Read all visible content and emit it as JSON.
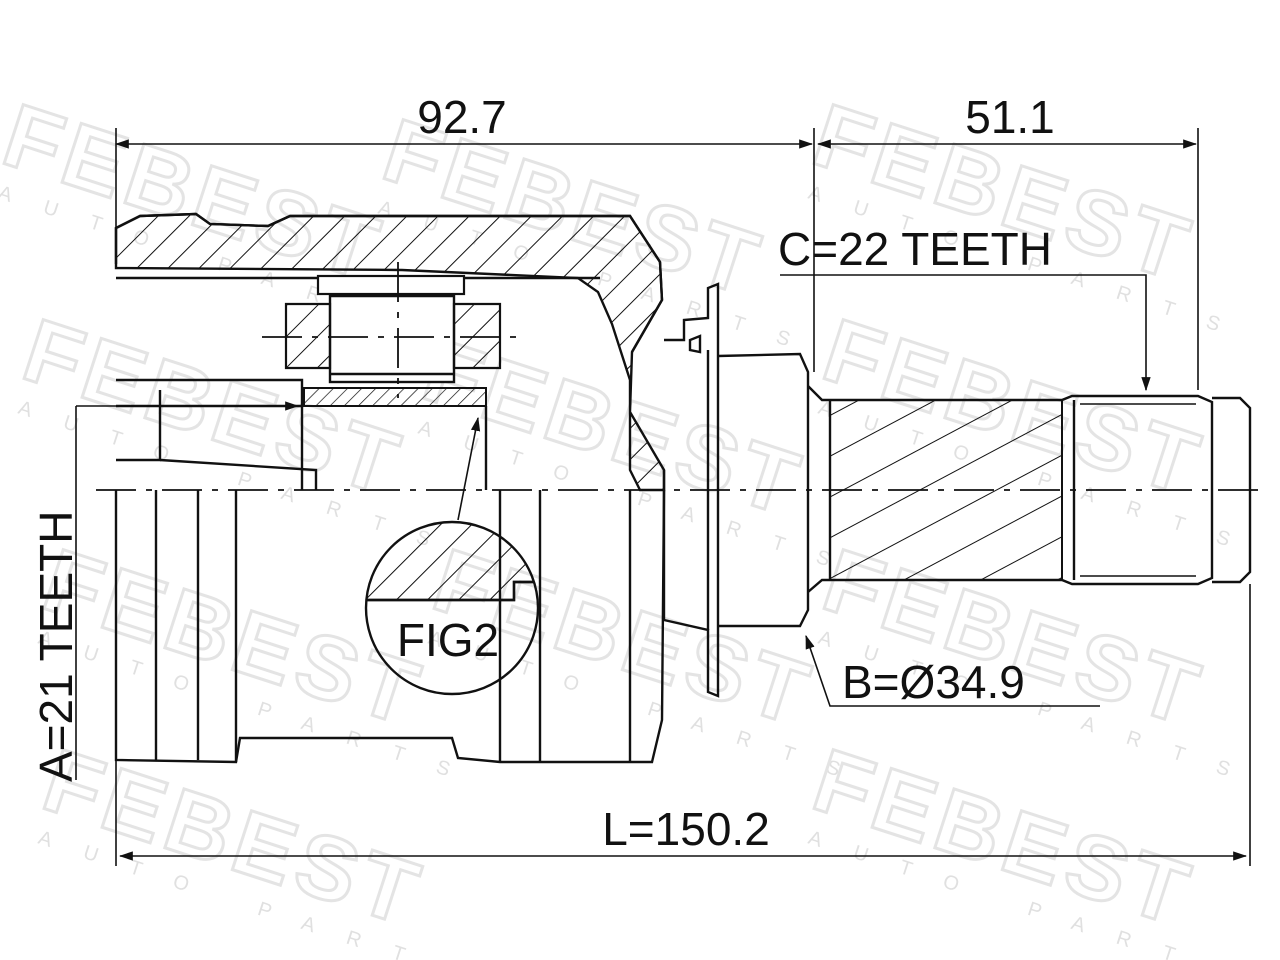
{
  "watermark": {
    "brand": "FEBEST",
    "sub": "AUTO PARTS"
  },
  "dimensions": {
    "top_left": "92.7",
    "top_right": "51.1",
    "overall": "L=150.2"
  },
  "callouts": {
    "c_teeth": "C=22 TEETH",
    "b_diameter": "B=Ø34.9",
    "a_teeth": "A=21 TEETH",
    "fig_label": "FIG2"
  },
  "colors": {
    "line": "#111111",
    "watermark": "#e4e4e4",
    "background": "#ffffff"
  }
}
